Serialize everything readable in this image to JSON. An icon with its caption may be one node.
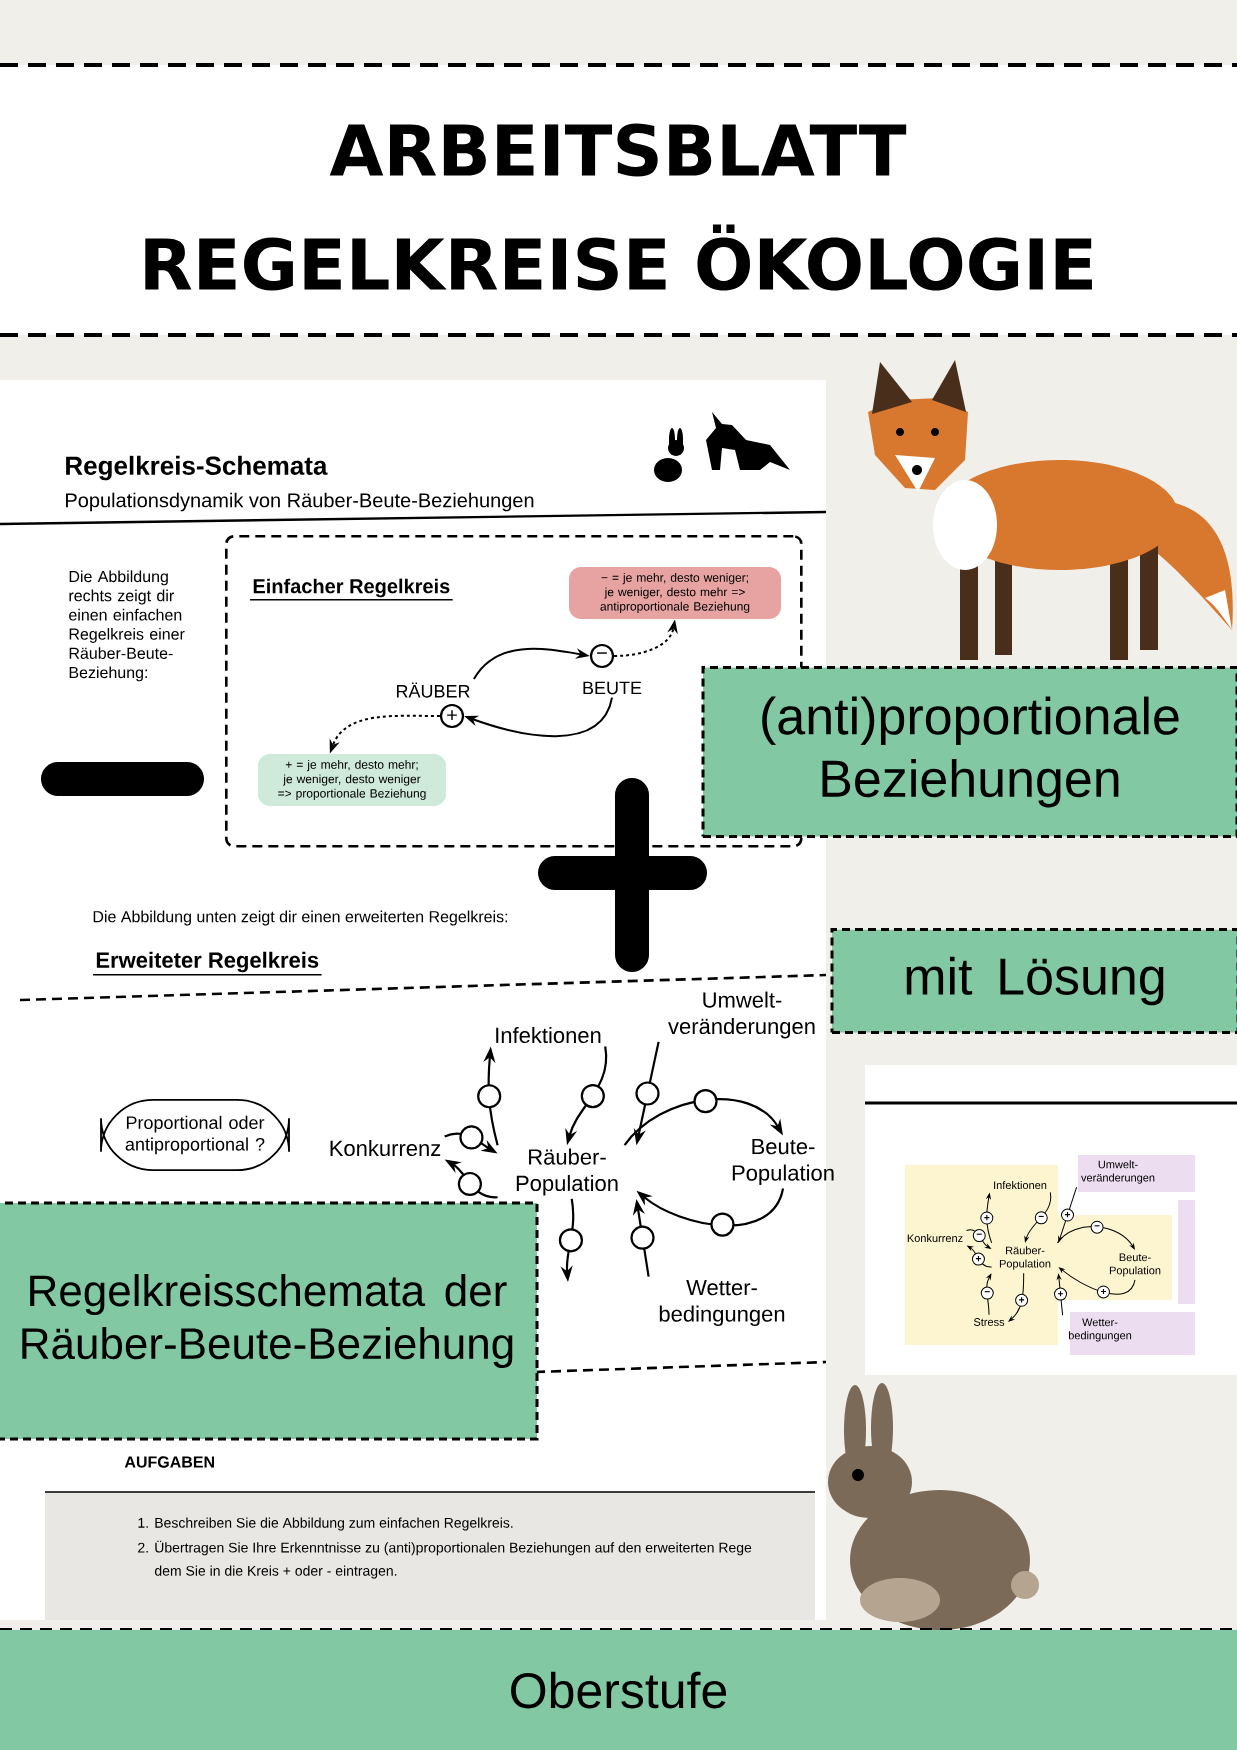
{
  "diagram": {
    "title": "ARBEITSBLATT REGELKREISE ÖKOLOGIE",
    "nodes": [
      {
        "text": [
          "(anti)proportionale Beziehungen"
        ]
      },
      {
        "text": [
          "mit Lösung"
        ]
      },
      {
        "text": [
          "Regelkreisschemata der Räuber-Beute-Beziehung"
        ]
      },
      {
        "text": [
          "Oberstufe"
        ]
      },
      {
        "text": [
          "Einfacher Regelkreis"
        ]
      },
      {
        "text": [
          "RÄUBER"
        ],
        "in": 4
      },
      {
        "text": [
          "BEUTE"
        ],
        "in": 4
      },
      {
        "text": [
          "−"
        ],
        "in": 4
      },
      {
        "text": [
          "+"
        ],
        "in": 4
      },
      {
        "text": [
          "− = je mehr, desto weniger; je weniger, desto mehr => antiproportionale Beziehung"
        ],
        "in": 4
      },
      {
        "text": [
          "+ = je mehr, desto mehr; je weniger, desto weniger => proportionale Beziehung"
        ],
        "in": 4
      },
      {
        "text": [
          "Proportional oder antiproportional ?"
        ]
      },
      {
        "text": [
          "Infektionen"
        ]
      },
      {
        "text": [
          "Umwelt- veränderungen"
        ]
      },
      {
        "text": [
          "Konkurrenz"
        ]
      },
      {
        "text": [
          "Räuber- Population"
        ]
      },
      {
        "text": [
          "Beute- Population"
        ]
      },
      {
        "text": [
          "Wetter- bedingungen"
        ]
      },
      {
        "text": [
          "Infektionen"
        ]
      },
      {
        "text": [
          "Umwelt- veränderungen"
        ]
      },
      {
        "text": [
          "Konkurrenz"
        ]
      },
      {
        "text": [
          "Räuber- Population"
        ]
      },
      {
        "text": [
          "Beute- Population"
        ]
      },
      {
        "text": [
          "Stress"
        ]
      },
      {
        "text": [
          "Wetter- bedingungen"
        ]
      }
    ],
    "edges": [
      {
        "from": 5,
        "to": 7,
        "arrow": "to"
      },
      {
        "from": 6,
        "to": 8,
        "arrow": "to"
      },
      {
        "from": 7,
        "to": 9,
        "arrow": "to",
        "style": "dashed"
      },
      {
        "from": 8,
        "to": 10,
        "arrow": "to",
        "style": "dashed"
      },
      {
        "from": 15,
        "to": 12,
        "arrow": "to"
      },
      {
        "from": 12,
        "to": 15,
        "arrow": "to"
      },
      {
        "from": 13,
        "to": 15,
        "arrow": "to"
      },
      {
        "from": 14,
        "to": 15,
        "arrow": "to"
      },
      {
        "from": 15,
        "to": 14,
        "arrow": "to"
      },
      {
        "from": 15,
        "to": 16,
        "arrow": "to"
      },
      {
        "from": 16,
        "to": 15,
        "arrow": "to"
      },
      {
        "from": 17,
        "to": 15,
        "arrow": "to"
      },
      {
        "from": 15,
        "to": null,
        "arrow": "to"
      },
      {
        "from": 21,
        "to": 18,
        "arrow": "to",
        "label": "+"
      },
      {
        "from": 18,
        "to": 21,
        "arrow": "to",
        "label": "−"
      },
      {
        "from": 19,
        "to": 21,
        "arrow": "to",
        "label": "+"
      },
      {
        "from": 20,
        "to": 21,
        "arrow": "to",
        "label": "−"
      },
      {
        "from": 21,
        "to": 20,
        "arrow": "to",
        "label": "+"
      },
      {
        "from": 21,
        "to": 22,
        "arrow": "to",
        "label": "−"
      },
      {
        "from": 22,
        "to": 21,
        "arrow": "to",
        "label": "+"
      },
      {
        "from": 23,
        "to": 21,
        "arrow": "to",
        "label": "−"
      },
      {
        "from": 21,
        "to": 23,
        "arrow": "to",
        "label": "+"
      },
      {
        "from": 24,
        "to": 21,
        "arrow": "to",
        "label": "+"
      }
    ],
    "labels": [
      "Regelkreis-Schemata",
      "Populationsdynamik von Räuber-Beute-Beziehungen",
      "Die Abbildung rechts zeigt dir einen einfachen Regelkreis einer Räuber-Beute-Beziehung:",
      "Die Abbildung unten zeigt dir einen erweiterten Regelkreis:",
      "Erweiteter Regelkreis",
      "AUFGABEN",
      "1. Beschreiben Sie die Abbildung zum einfachen Regelkreis.",
      "2. Übertragen Sie Ihre Erkenntnisse zu (anti)proportionalen Beziehungen auf den erweiterten Rege",
      "dem Sie in die Kreis + oder - eintragen."
    ]
  }
}
